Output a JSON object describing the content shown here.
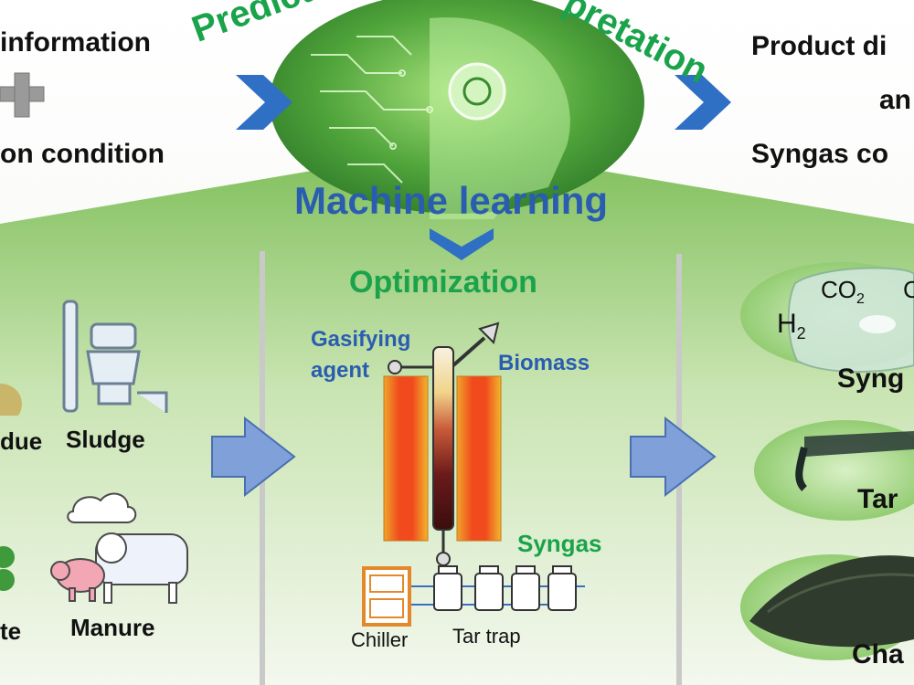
{
  "header": {
    "left_line1": "information",
    "left_line3": "on condition",
    "arc_left": "Predicti",
    "arc_right": "pretation",
    "right_line1": "Product di",
    "right_line2": "an",
    "right_line3": "Syngas co",
    "center_title": "Machine learning"
  },
  "feedstocks": {
    "residue": "due",
    "sludge": "Sludge",
    "waste": "te",
    "manure": "Manure"
  },
  "reactor": {
    "title": "Optimization",
    "gasifying_line1": "Gasifying",
    "gasifying_line2": "agent",
    "biomass": "Biomass",
    "syngas": "Syngas",
    "chiller": "Chiller",
    "tar_trap": "Tar trap"
  },
  "products": {
    "co2": "CO",
    "co2_sub": "2",
    "h2": "H",
    "h2_sub": "2",
    "c_partial": "C",
    "syngas": "Syng",
    "tar": "Tar",
    "char": "Cha"
  },
  "colors": {
    "green_text": "#1aa34a",
    "blue_text": "#2a5db0",
    "arrow_blue": "#7fa0d8",
    "chevron_blue": "#2f6fc4"
  }
}
